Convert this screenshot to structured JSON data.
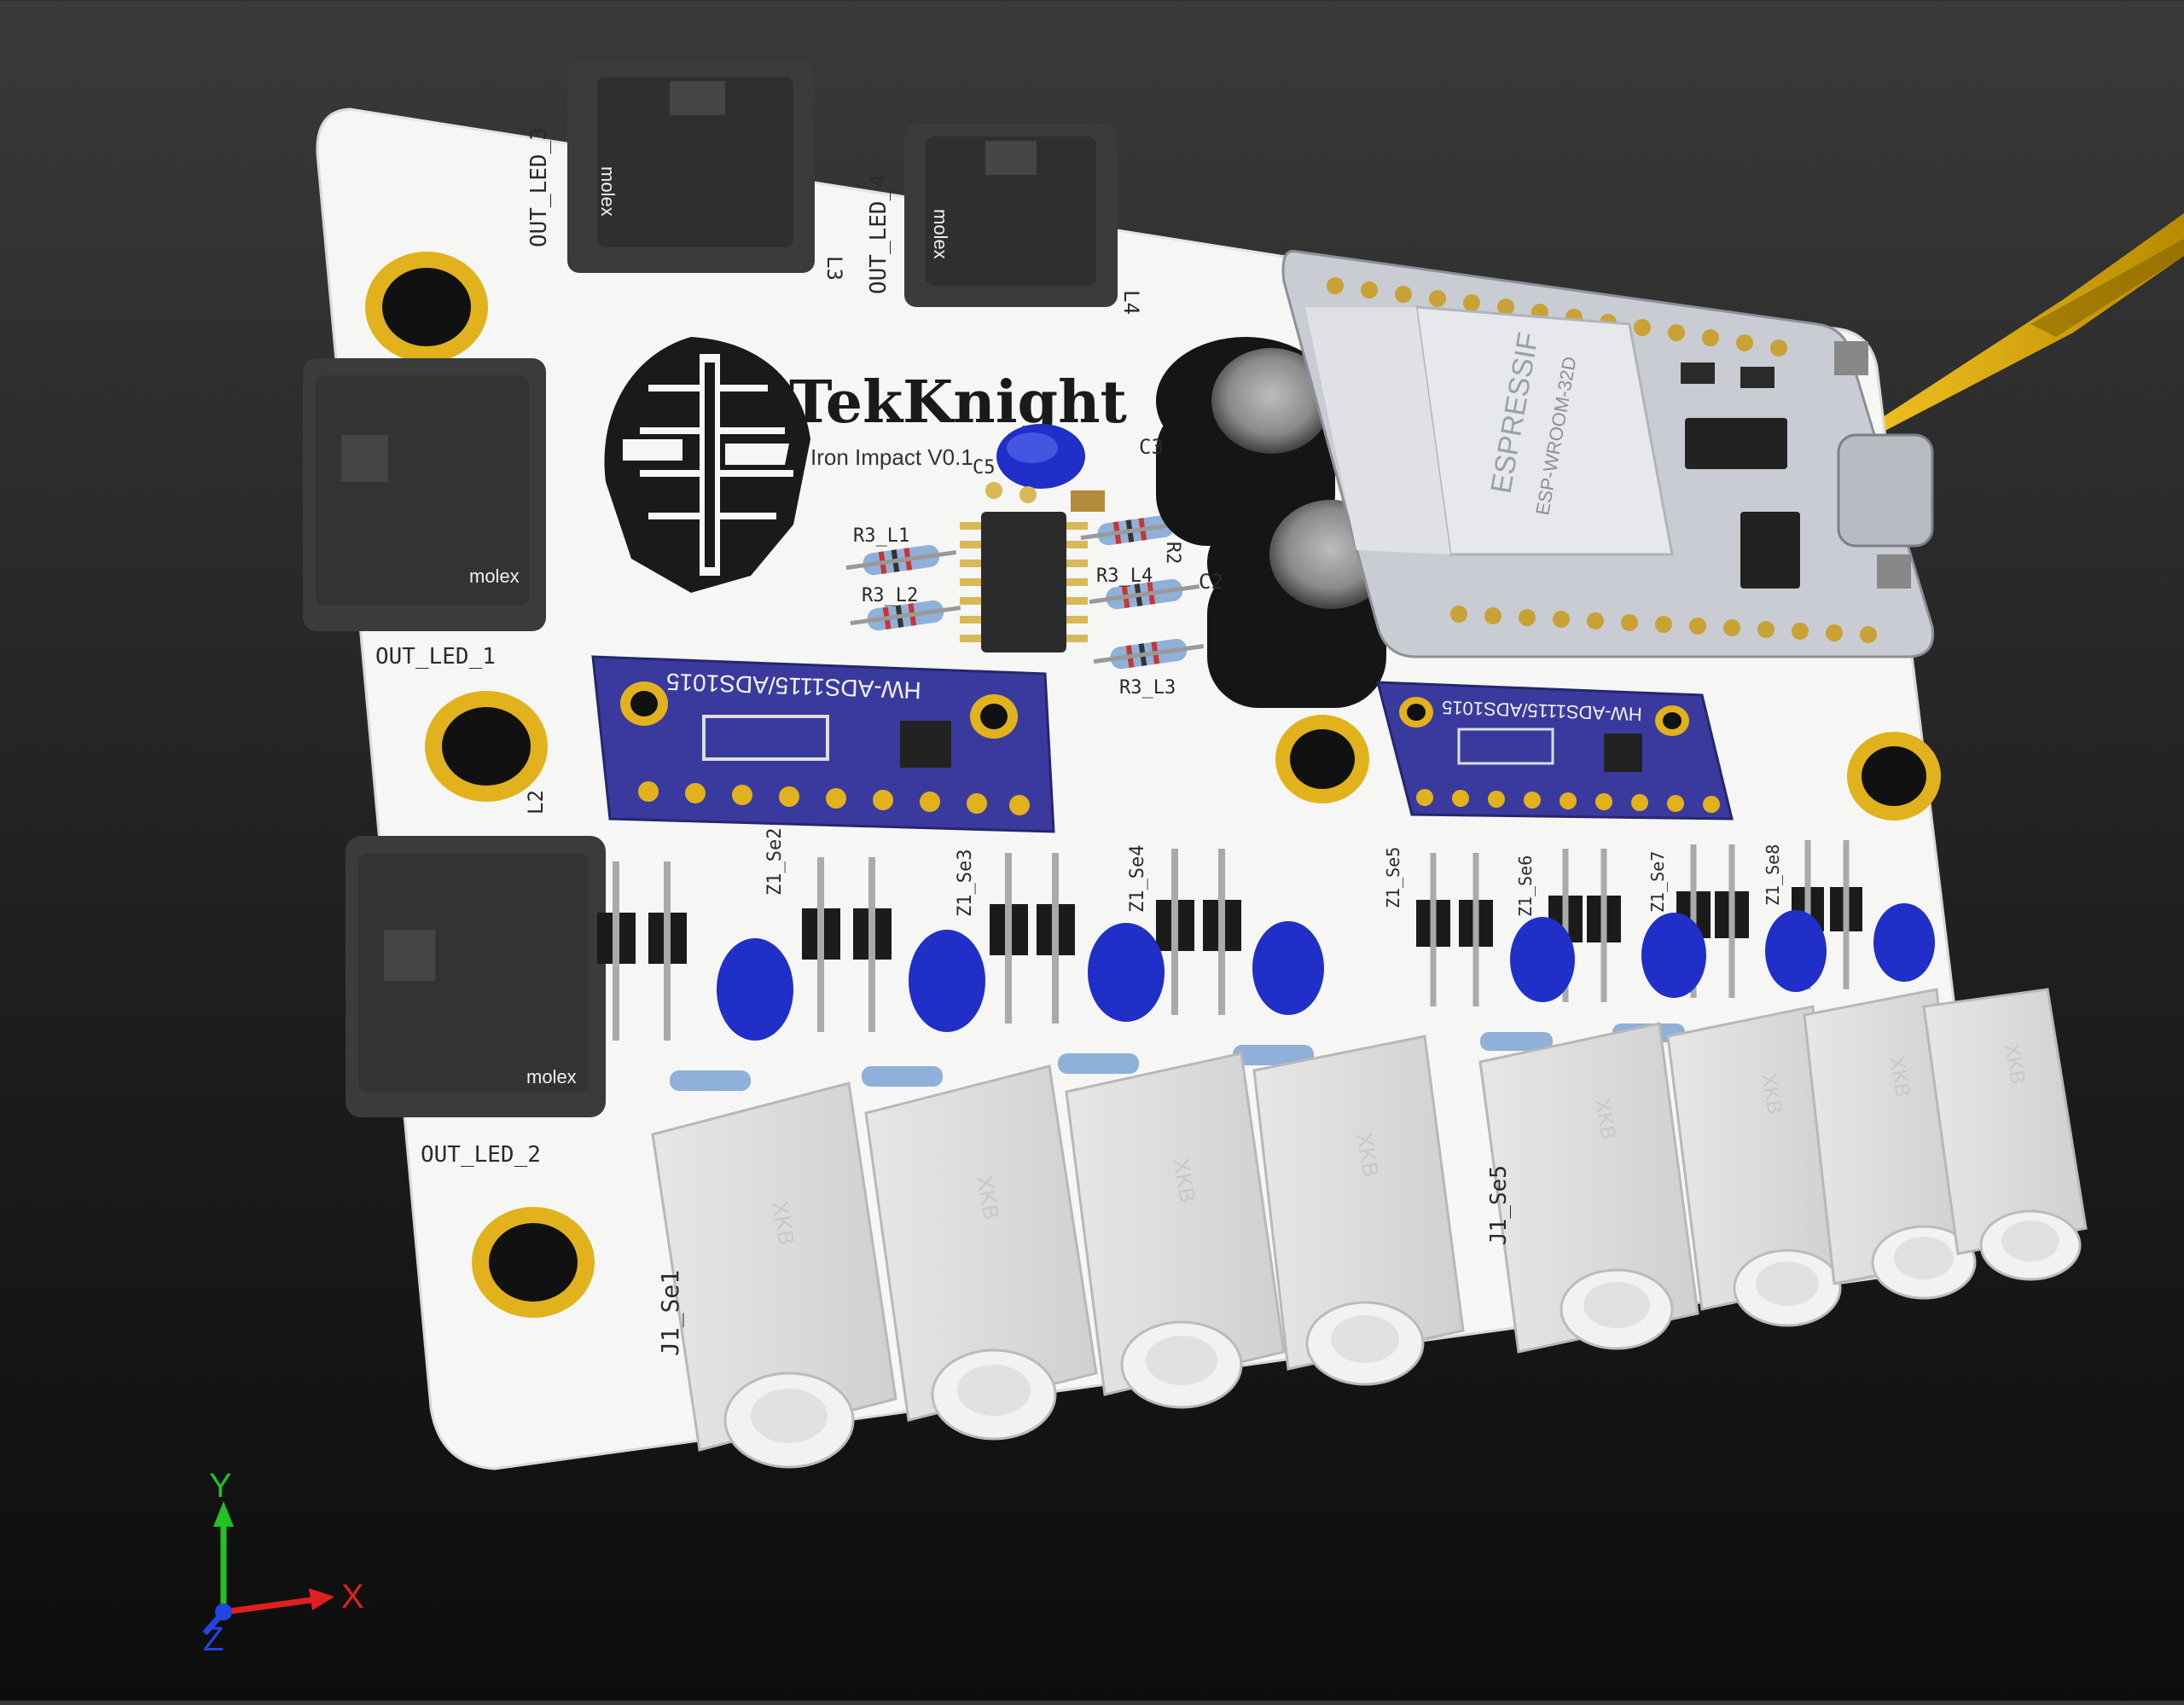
{
  "viewer": {
    "board_brand": "TekKnight",
    "board_subtitle": "Iron Impact V0.1"
  },
  "connectors": {
    "led_1": "OUT_LED_1",
    "led_2": "OUT_LED_2",
    "led_3": "OUT_LED_3",
    "led_4": "OUT_LED_4",
    "molex_brand": "molex"
  },
  "modules": {
    "adc_left": "HW-ADS1115/ADS1015",
    "adc_right": "HW-ADS1115/ADS1015",
    "esp_vendor": "ESPRESSIF",
    "esp_model": "ESP-WROOM-32D"
  },
  "designators": {
    "c3": "C3",
    "c2": "C2",
    "c5": "C5",
    "r3_l1": "R3_L1",
    "r3_l2": "R3_L2",
    "r3_l3": "R3_L3",
    "r3_l4": "R3_L4",
    "l2": "L2",
    "l3": "L3",
    "l4": "L4",
    "r2": "R2",
    "z1_se2": "Z1_Se2",
    "z1_se3": "Z1_Se3",
    "z1_se4": "Z1_Se4",
    "z1_se5": "Z1_Se5",
    "z1_se6": "Z1_Se6",
    "z1_se7": "Z1_Se7",
    "z1_se8": "Z1_Se8",
    "j1_se1": "J1_Se1",
    "j1_se5": "J1_Se5"
  },
  "jacks": {
    "brand": "XKB"
  },
  "axes": {
    "x": "X",
    "y": "Y",
    "z": "Z"
  },
  "colors": {
    "board": "#f6f6f4",
    "gold": "#e2b21c",
    "module_blue": "#3a3a9e",
    "cap_blue": "#1f2fc8",
    "connector": "#3b3b3b"
  }
}
